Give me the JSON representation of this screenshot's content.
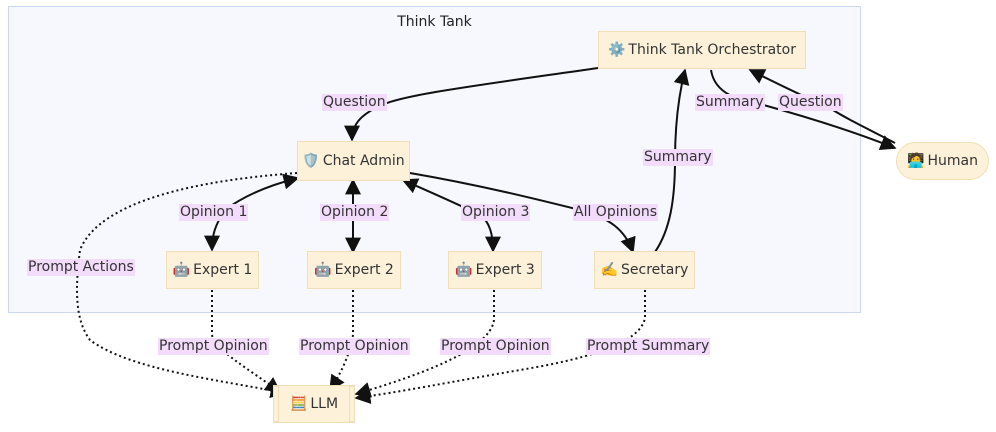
{
  "diagram": {
    "cluster": {
      "title": "Think Tank"
    },
    "nodes": {
      "orchestrator": {
        "icon": "gear-icon",
        "glyph": "⚙️",
        "label": "Think Tank Orchestrator"
      },
      "chat_admin": {
        "icon": "shield-icon",
        "glyph": "🛡️",
        "label": "Chat Admin"
      },
      "human": {
        "icon": "technologist-icon",
        "glyph": "🧑‍💻",
        "label": "Human"
      },
      "expert1": {
        "icon": "robot-icon",
        "glyph": "🤖",
        "label": "Expert 1"
      },
      "expert2": {
        "icon": "robot-icon",
        "glyph": "🤖",
        "label": "Expert 2"
      },
      "expert3": {
        "icon": "robot-icon",
        "glyph": "🤖",
        "label": "Expert 3"
      },
      "secretary": {
        "icon": "writing-hand-icon",
        "glyph": "✍️",
        "label": "Secretary"
      },
      "llm": {
        "icon": "abacus-icon",
        "glyph": "🧮",
        "label": "LLM"
      }
    },
    "edges": {
      "orch_to_admin": "Question",
      "orch_to_human": "Summary",
      "human_to_orch": "Question",
      "secretary_to_orch": "Summary",
      "admin_expert1": "Opinion 1",
      "admin_expert2": "Opinion 2",
      "admin_expert3": "Opinion 3",
      "admin_to_secretary": "All Opinions",
      "admin_to_llm": "Prompt Actions",
      "expert1_to_llm": "Prompt Opinion",
      "expert2_to_llm": "Prompt Opinion",
      "expert3_to_llm": "Prompt Opinion",
      "secretary_to_llm": "Prompt Summary"
    }
  }
}
